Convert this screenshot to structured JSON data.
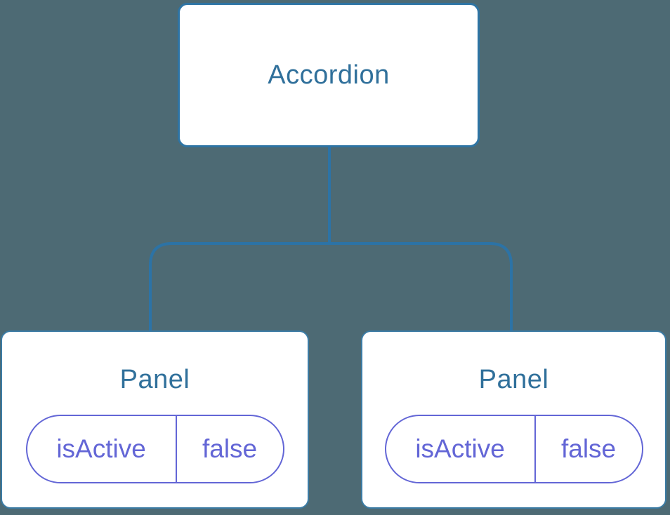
{
  "diagram": {
    "root": {
      "label": "Accordion"
    },
    "panels": [
      {
        "label": "Panel",
        "prop": {
          "name": "isActive",
          "value": "false"
        }
      },
      {
        "label": "Panel",
        "prop": {
          "name": "isActive",
          "value": "false"
        }
      }
    ]
  },
  "colors": {
    "background": "#4D6A74",
    "node_fill": "#FFFFFF",
    "node_border": "#2E74A4",
    "panel_border": "#3B7BA4",
    "connector": "#2C73A6",
    "heading_text": "#30709B",
    "pill_accent": "#6366D6"
  }
}
